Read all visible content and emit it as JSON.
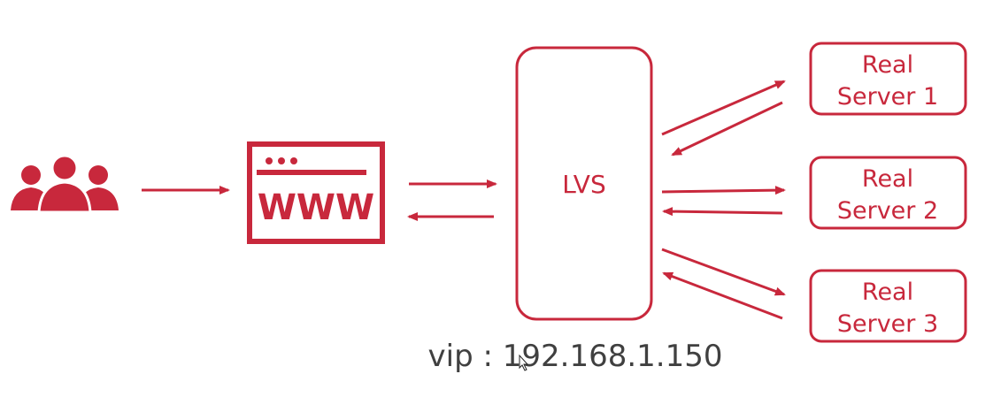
{
  "diagram": {
    "lvs_label": "LVS",
    "www_label": "WWW",
    "servers": [
      {
        "line1": "Real",
        "line2": "Server 1"
      },
      {
        "line1": "Real",
        "line2": "Server 2"
      },
      {
        "line1": "Real",
        "line2": "Server 3"
      }
    ],
    "vip_text": "vip : 192.168.1.150"
  },
  "colors": {
    "accent": "#c8283c",
    "text_gray": "#404040"
  },
  "icons": {
    "users": "users-group-icon",
    "browser": "browser-window-icon",
    "cursor": "mouse-cursor-icon"
  }
}
